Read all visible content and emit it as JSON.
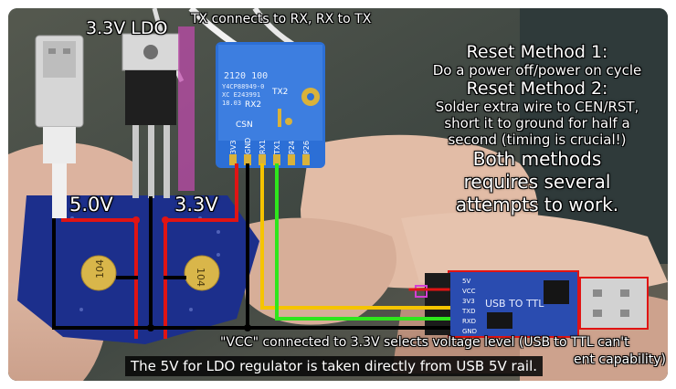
{
  "annotations": {
    "ldo_label": "3.3V LDO",
    "tx_label": "TX connects to RX, RX to TX",
    "left_rail": "5.0V",
    "right_rail": "3.3V"
  },
  "notes": {
    "reset1_title": "Reset Method 1:",
    "reset1_text": "Do a power off/power on cycle",
    "reset2_title": "Reset Method 2:",
    "reset2_line1": "Solder extra wire to CEN/RST,",
    "reset2_line2": "short it to ground for half a",
    "reset2_line3": "second (timing is crucial!)",
    "both_line1": "Both methods",
    "both_line2": "requires several",
    "both_line3": "attempts to work."
  },
  "module": {
    "code_line1": "2120  100",
    "code_line2": "Y4CP88949-0",
    "code_line3": "XC E243991",
    "code_line4": "18.03",
    "tx2": "TX2",
    "rx2": "RX2",
    "csn": "CSN",
    "pins": [
      "3V3",
      "GND",
      "RX1",
      "TX1",
      "P24",
      "P26"
    ]
  },
  "capacitors": {
    "left": "104",
    "right": "104"
  },
  "adapter": {
    "pins": [
      "5V",
      "VCC",
      "3V3",
      "TXD",
      "RXD",
      "GND"
    ],
    "label": "USB TO TTL"
  },
  "vcc_note": {
    "line1": "\"VCC\" connected to 3.3V selects voltage level (USB to TTL can't",
    "line2": "ent capability)"
  },
  "caption": "The 5V for LDO regulator is taken directly from USB 5V rail.",
  "colors": {
    "wire_red": "#e01414",
    "wire_yellow": "#f5c400",
    "wire_green": "#2ee61c",
    "wire_black": "#000000",
    "board_blue": "#1c2f8c",
    "adapter_pcb": "#2a4cb0"
  }
}
